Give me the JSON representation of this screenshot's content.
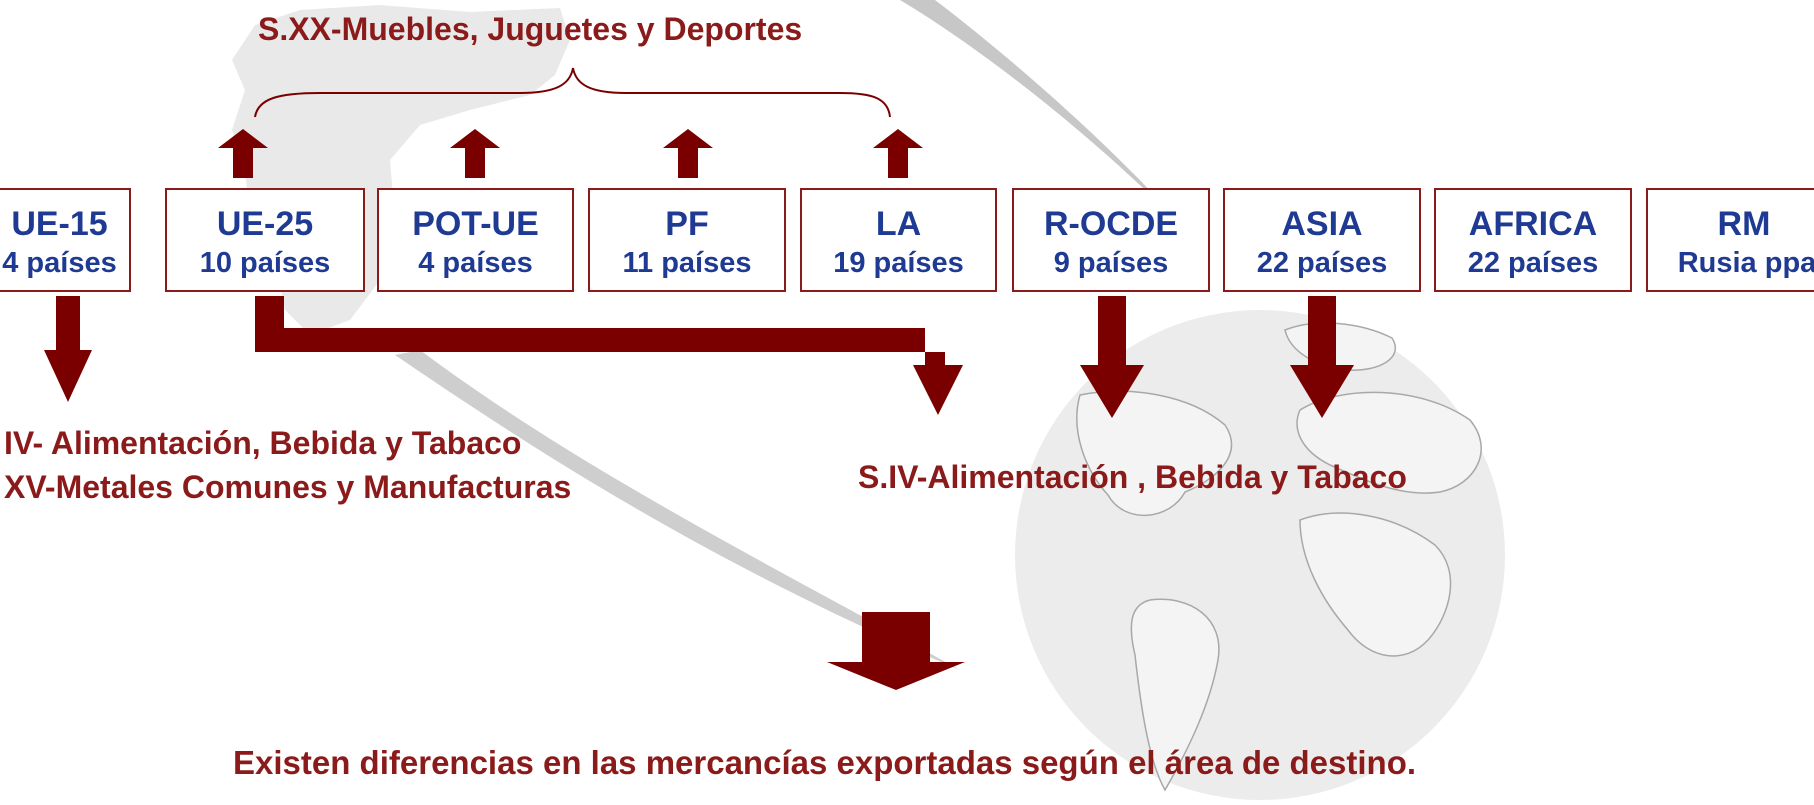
{
  "top_label": "S.XX-Muebles, Juguetes y Deportes",
  "regions": [
    {
      "code": "UE-15",
      "count": "4 países"
    },
    {
      "code": "UE-25",
      "count": "10 países"
    },
    {
      "code": "POT-UE",
      "count": "4 países"
    },
    {
      "code": "PF",
      "count": "11 países"
    },
    {
      "code": "LA",
      "count": "19 países"
    },
    {
      "code": "R-OCDE",
      "count": "9 países"
    },
    {
      "code": "ASIA",
      "count": "22 países"
    },
    {
      "code": "AFRICA",
      "count": "22 países"
    },
    {
      "code": "RM",
      "count": "Rusia ppa"
    }
  ],
  "left_label": {
    "line1": "IV- Alimentación, Bebida y Tabaco",
    "line2": "XV-Metales Comunes y Manufacturas"
  },
  "right_label": "S.IV-Alimentación , Bebida y Tabaco",
  "conclusion": "Existen diferencias en las mercancías exportadas según el área de destino.",
  "colors": {
    "arrow": "#7a0000",
    "box_border": "#8b1a1a",
    "box_text": "#1f3a93",
    "label_text": "#8b1a1a",
    "watermark": "#c8c8c8"
  }
}
